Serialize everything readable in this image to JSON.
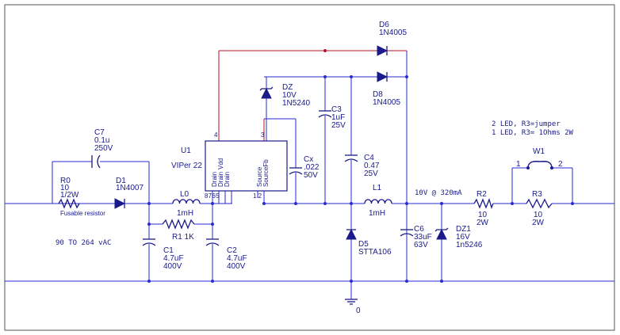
{
  "colors": {
    "wire_blue": "#2a2ad4",
    "wire_red": "#b3122a",
    "component": "#1a1a8c",
    "text": "#1a1a8c"
  },
  "components": {
    "D6": {
      "ref": "D6",
      "value": "1N4005"
    },
    "D8": {
      "ref": "D8",
      "value": "1N4005"
    },
    "DZ": {
      "ref": "DZ",
      "value1": "10V",
      "value2": "1N5240"
    },
    "C3": {
      "ref": "C3",
      "value1": "1uF",
      "value2": "25V"
    },
    "C7": {
      "ref": "C7",
      "value1": "0.1u",
      "value2": "250V"
    },
    "U1": {
      "ref": "U1",
      "value": "VIPer 22"
    },
    "Cx": {
      "ref": "Cx",
      "value1": ".022",
      "value2": "50V"
    },
    "C4": {
      "ref": "C4",
      "value1": "0.47",
      "value2": "25V"
    },
    "R0": {
      "ref": "R0",
      "value1": "10",
      "value2": "1/2W",
      "note": "Fusable resistor"
    },
    "D1": {
      "ref": "D1",
      "value": "1N4007"
    },
    "L0": {
      "ref": "L0",
      "value": "1mH"
    },
    "L1": {
      "ref": "L1",
      "value": "1mH"
    },
    "R1": {
      "label": "R1 1K"
    },
    "C1": {
      "ref": "C1",
      "value1": "4.7uF",
      "value2": "400V"
    },
    "C2": {
      "ref": "C2",
      "value1": "4.7uF",
      "value2": "400V"
    },
    "D5": {
      "ref": "D5",
      "value": "STTA106"
    },
    "C6": {
      "ref": "C6",
      "value1": "33uF",
      "value2": "63V"
    },
    "DZ1": {
      "ref": "DZ1",
      "value1": "16V",
      "value2": "1n5246"
    },
    "R2": {
      "ref": "R2",
      "value1": "10",
      "value2": "2W"
    },
    "R3": {
      "ref": "R3",
      "value1": "10",
      "value2": "2W"
    },
    "W1": {
      "ref": "W1",
      "pin1": "1",
      "pin2": "2"
    }
  },
  "ic_pins": {
    "top_left": "4",
    "top_right": "3",
    "bottom_left": "8 7 6 5",
    "bottom_right": "1 2",
    "left_names": [
      "Vdd",
      "Drain",
      "Drain",
      "Drain"
    ],
    "right_names": [
      "Source",
      "SourceFb"
    ]
  },
  "annotations": {
    "input_range": "90 TO 264 vAC",
    "output": "10V @ 320mA",
    "led_note_1": "2 LED, R3=jumper",
    "led_note_2": "1 LED, R3= 1Ohms 2W",
    "ground": "0"
  }
}
